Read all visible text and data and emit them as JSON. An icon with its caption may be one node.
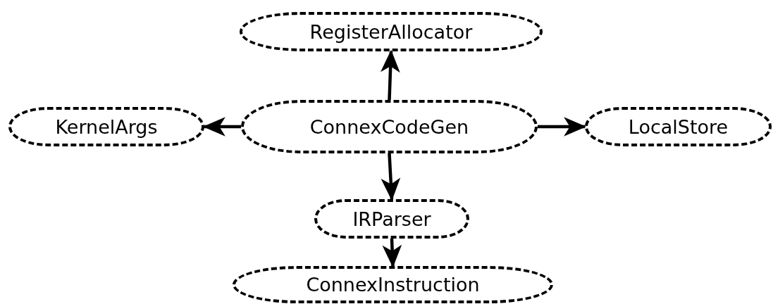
{
  "diagram": {
    "nodes": [
      {
        "text": [
          "RegisterAllocator"
        ]
      },
      {
        "text": [
          "KernelArgs"
        ]
      },
      {
        "text": [
          "ConnexCodeGen"
        ]
      },
      {
        "text": [
          "LocalStore"
        ]
      },
      {
        "text": [
          "IRParser"
        ]
      },
      {
        "text": [
          "ConnexInstruction"
        ]
      }
    ],
    "edges": [
      {
        "from": 2,
        "to": 0,
        "arrow": "to"
      },
      {
        "from": 2,
        "to": 1,
        "arrow": "to"
      },
      {
        "from": 2,
        "to": 3,
        "arrow": "to"
      },
      {
        "from": 2,
        "to": 4,
        "arrow": "to"
      },
      {
        "from": 4,
        "to": 5,
        "arrow": "to"
      }
    ]
  }
}
